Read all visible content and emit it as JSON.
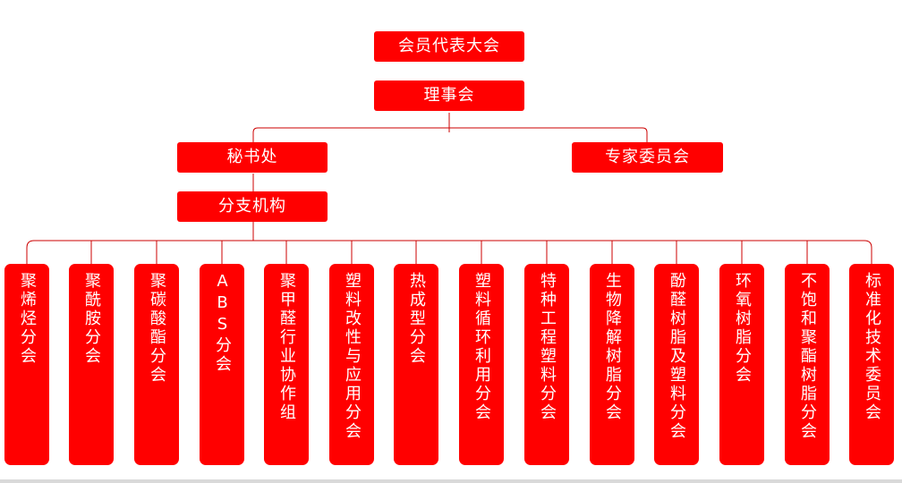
{
  "colors": {
    "box_fill": "#ff0000",
    "box_text": "#ffffff",
    "connector": "#cc0000",
    "background": "#ffffff"
  },
  "chart": {
    "general_assembly": "会员代表大会",
    "council": "理事会",
    "secretariat": "秘书处",
    "expert_committee": "专家委员会",
    "branches": "分支机构",
    "branch_units": [
      "聚烯烃分会",
      "聚酰胺分会",
      "聚碳酸酯分会",
      "ABS分会",
      "聚甲醛行业协作组",
      "塑料改性与应用分会",
      "热成型分会",
      "塑料循环利用分会",
      "特种工程塑料分会",
      "生物降解树脂分会",
      "酚醛树脂及塑料分会",
      "环氧树脂分会",
      "不饱和聚酯树脂分会",
      "标准化技术委员会"
    ]
  }
}
